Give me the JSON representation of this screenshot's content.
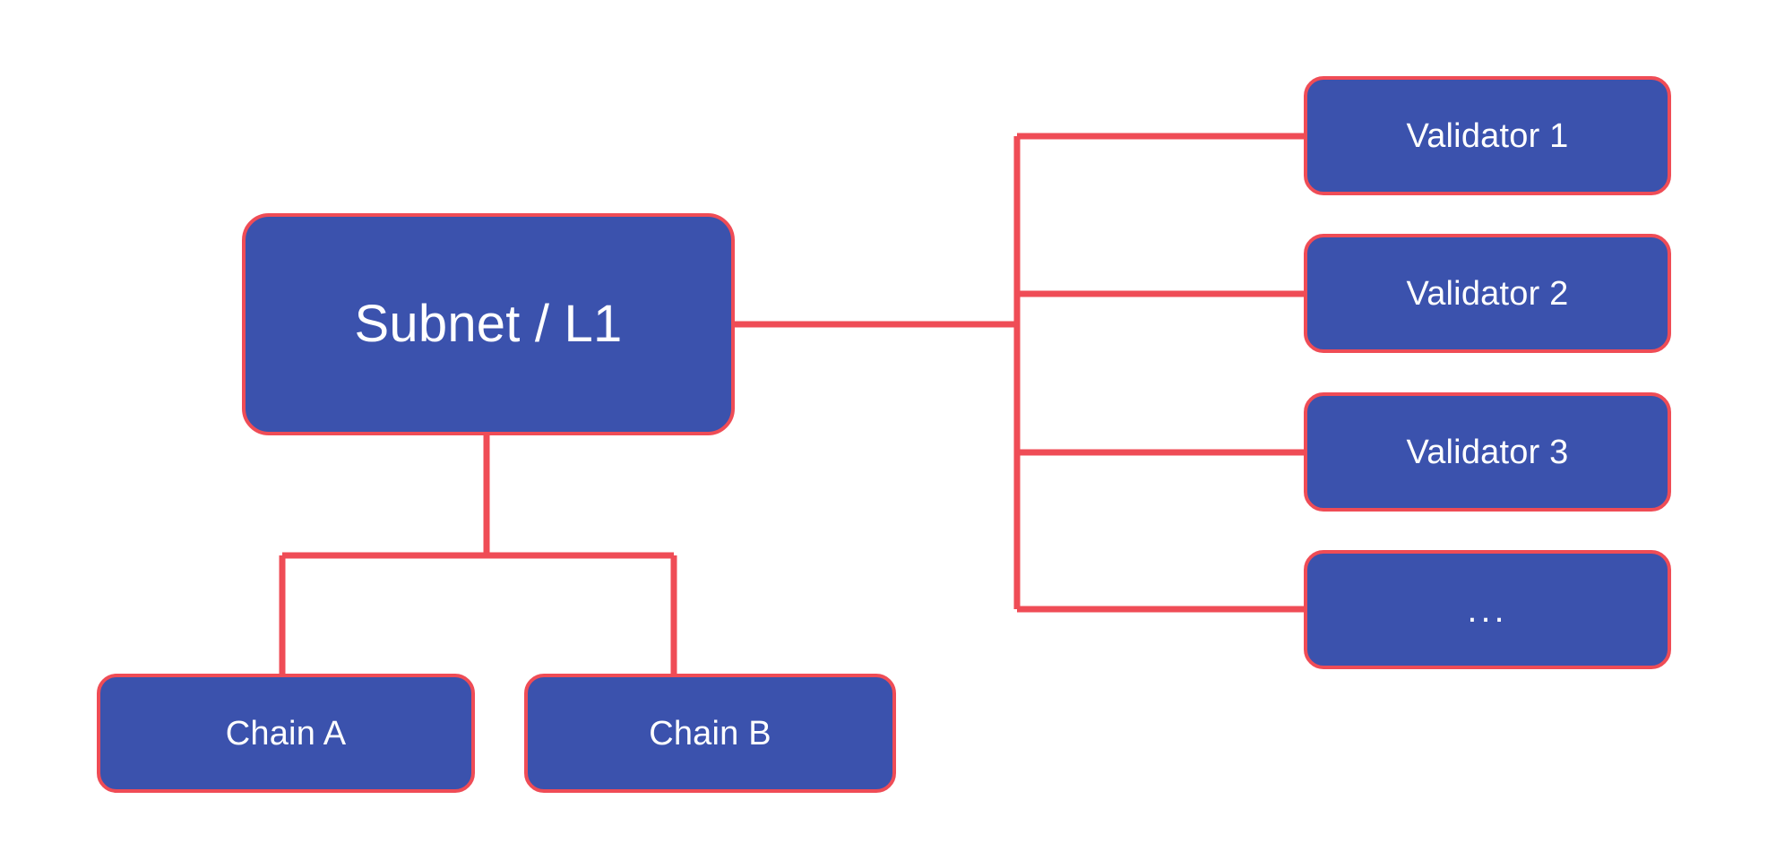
{
  "diagram": {
    "title": "Subnet / L1 architecture tree",
    "background_color": "#ffffff",
    "node_fill_color": "#3b52ad",
    "node_border_color": "#ef4c56",
    "node_text_color": "#ffffff",
    "edge_color": "#ef4c56",
    "root": {
      "id": "subnet",
      "label": "Subnet / L1"
    },
    "chains": [
      {
        "id": "chain-a",
        "label": "Chain A"
      },
      {
        "id": "chain-b",
        "label": "Chain B"
      }
    ],
    "validators": [
      {
        "id": "validator-1",
        "label": "Validator 1"
      },
      {
        "id": "validator-2",
        "label": "Validator 2"
      },
      {
        "id": "validator-3",
        "label": "Validator 3"
      },
      {
        "id": "validator-more",
        "label": "..."
      }
    ]
  }
}
